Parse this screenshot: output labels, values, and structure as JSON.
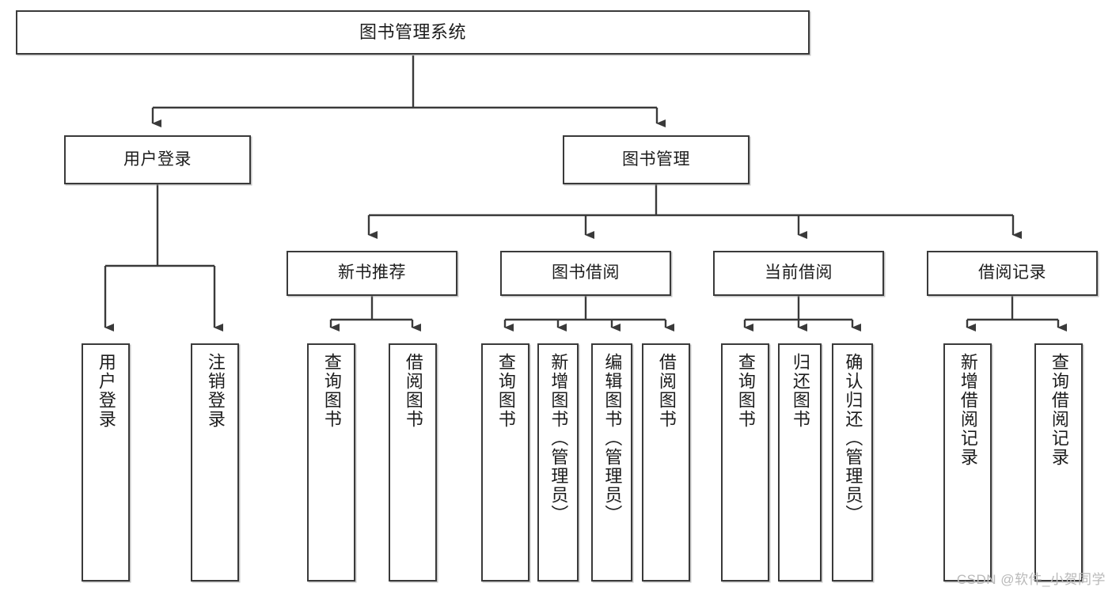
{
  "diagram": {
    "type": "tree",
    "title": "图书管理系统",
    "orientation": "top-down",
    "colors": {
      "box_border": "#3a3a3a",
      "box_fill": "#ffffff",
      "connector": "#3a3a3a",
      "text": "#1c1c1c",
      "watermark": "#b9b9b9",
      "background": "#ffffff"
    },
    "root": {
      "id": "root",
      "label": "图书管理系统"
    },
    "level2": [
      {
        "id": "user-login",
        "label": "用户登录"
      },
      {
        "id": "book-manage",
        "label": "图书管理"
      }
    ],
    "level3": [
      {
        "id": "new-book-recommend",
        "label": "新书推荐",
        "parent": "book-manage"
      },
      {
        "id": "book-borrow",
        "label": "图书借阅",
        "parent": "book-manage"
      },
      {
        "id": "current-borrow",
        "label": "当前借阅",
        "parent": "book-manage"
      },
      {
        "id": "borrow-record",
        "label": "借阅记录",
        "parent": "book-manage"
      }
    ],
    "leaves": [
      {
        "id": "leaf-user-login",
        "label": "用户登录",
        "parent": "user-login"
      },
      {
        "id": "leaf-user-logout",
        "label": "注销登录",
        "parent": "user-login"
      },
      {
        "id": "leaf-query-book-1",
        "label": "查询图书",
        "parent": "new-book-recommend"
      },
      {
        "id": "leaf-borrow-book-1",
        "label": "借阅图书",
        "parent": "new-book-recommend"
      },
      {
        "id": "leaf-query-book-2",
        "label": "查询图书",
        "parent": "book-borrow"
      },
      {
        "id": "leaf-add-book-admin",
        "label": "新增图书（管理员）",
        "parent": "book-borrow"
      },
      {
        "id": "leaf-edit-book-admin",
        "label": "编辑图书（管理员）",
        "parent": "book-borrow"
      },
      {
        "id": "leaf-borrow-book-2",
        "label": "借阅图书",
        "parent": "book-borrow"
      },
      {
        "id": "leaf-query-book-3",
        "label": "查询图书",
        "parent": "current-borrow"
      },
      {
        "id": "leaf-return-book",
        "label": "归还图书",
        "parent": "current-borrow"
      },
      {
        "id": "leaf-confirm-return",
        "label": "确认归还（管理员）",
        "parent": "current-borrow"
      },
      {
        "id": "leaf-add-record",
        "label": "新增借阅记录",
        "parent": "borrow-record"
      },
      {
        "id": "leaf-query-record",
        "label": "查询借阅记录",
        "parent": "borrow-record"
      }
    ],
    "watermark": "CSDN @软件_小贺同学"
  }
}
